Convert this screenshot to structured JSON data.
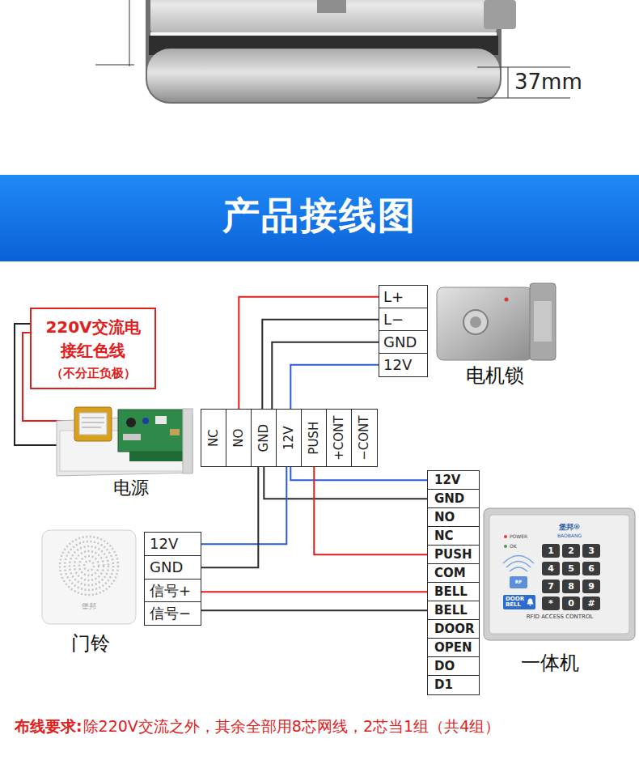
{
  "diagram": {
    "title": "产品接线图",
    "nodes": [
      {
        "text": [
          "220V交流电 接红色线",
          "（不分正负极）"
        ]
      },
      {
        "text": [
          "L+"
        ]
      },
      {
        "text": [
          "L−"
        ]
      },
      {
        "text": [
          "GND"
        ]
      },
      {
        "text": [
          "12V"
        ]
      },
      {
        "text": [
          "NC"
        ]
      },
      {
        "text": [
          "NO"
        ]
      },
      {
        "text": [
          "GND"
        ]
      },
      {
        "text": [
          "12V"
        ]
      },
      {
        "text": [
          "PUSH"
        ]
      },
      {
        "text": [
          "+CONT"
        ]
      },
      {
        "text": [
          "−CONT"
        ]
      },
      {
        "text": [
          "12V"
        ]
      },
      {
        "text": [
          "GND"
        ]
      },
      {
        "text": [
          "NO"
        ]
      },
      {
        "text": [
          "NC"
        ]
      },
      {
        "text": [
          "PUSH"
        ]
      },
      {
        "text": [
          "COM"
        ]
      },
      {
        "text": [
          "BELL"
        ]
      },
      {
        "text": [
          "BELL"
        ]
      },
      {
        "text": [
          "DOOR"
        ]
      },
      {
        "text": [
          "OPEN"
        ]
      },
      {
        "text": [
          "DO"
        ]
      },
      {
        "text": [
          "D1"
        ]
      },
      {
        "text": [
          "12V"
        ]
      },
      {
        "text": [
          "GND"
        ]
      },
      {
        "text": [
          "信号+"
        ]
      },
      {
        "text": [
          "信号−"
        ]
      },
      {
        "text": [
          "1"
        ]
      },
      {
        "text": [
          "2"
        ]
      },
      {
        "text": [
          "3"
        ]
      },
      {
        "text": [
          "4"
        ]
      },
      {
        "text": [
          "5"
        ]
      },
      {
        "text": [
          "6"
        ]
      },
      {
        "text": [
          "7"
        ]
      },
      {
        "text": [
          "8"
        ]
      },
      {
        "text": [
          "9"
        ]
      },
      {
        "text": [
          "*"
        ]
      },
      {
        "text": [
          "0"
        ]
      },
      {
        "text": [
          "#"
        ]
      },
      {
        "text": [
          "DOOR BELL"
        ]
      }
    ],
    "edges": [
      {
        "from": 1,
        "to": 6,
        "arrow": "none"
      },
      {
        "from": 2,
        "to": 7,
        "arrow": "none"
      },
      {
        "from": 3,
        "to": 7,
        "arrow": "none"
      },
      {
        "from": 4,
        "to": 8,
        "arrow": "none"
      },
      {
        "from": 8,
        "to": 12,
        "arrow": "none"
      },
      {
        "from": 7,
        "to": 13,
        "arrow": "none"
      },
      {
        "from": 9,
        "to": 16,
        "arrow": "none"
      },
      {
        "from": 8,
        "to": 24,
        "arrow": "none"
      },
      {
        "from": 7,
        "to": 25,
        "arrow": "none"
      },
      {
        "from": 26,
        "to": 18,
        "arrow": "none"
      },
      {
        "from": 27,
        "to": 19,
        "arrow": "none"
      }
    ],
    "labels": [
      "37mm",
      "电机锁",
      "电源",
      "门铃",
      "POWER",
      "OK",
      "堡邦®",
      "BAOBANG",
      "RF",
      "RFID ACCESS CONTROL",
      "一体机",
      "堡邦",
      "布线要求:",
      "除220V交流之外，其余全部用8芯网线，2芯当1组（共4组）"
    ]
  }
}
